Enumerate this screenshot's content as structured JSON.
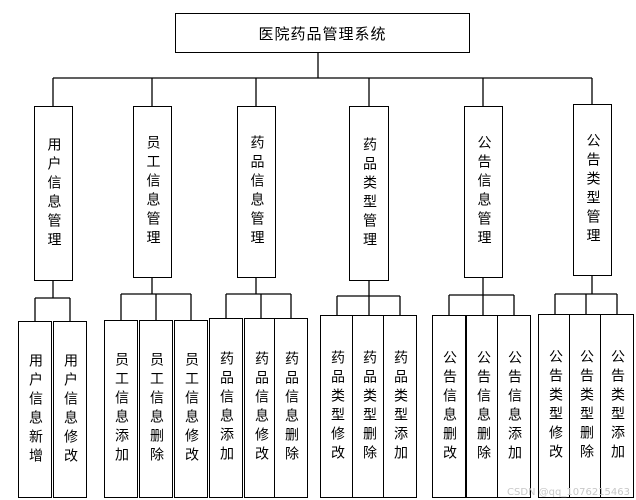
{
  "root": {
    "label": "医院药品管理系统"
  },
  "modules": [
    {
      "label": "用户信息管理",
      "children": [
        "用户信息新增",
        "用户信息修改"
      ]
    },
    {
      "label": "员工信息管理",
      "children": [
        "员工信息添加",
        "员工信息删除",
        "员工信息修改"
      ]
    },
    {
      "label": "药品信息管理",
      "children": [
        "药品信息添加",
        "药品信息修改",
        "药品信息删除"
      ]
    },
    {
      "label": "药品类型管理",
      "children": [
        "药品类型修改",
        "药品类型删除",
        "药品类型添加"
      ]
    },
    {
      "label": "公告信息管理",
      "children": [
        "公告信息删改",
        "公告信息删除",
        "公告信息添加"
      ]
    },
    {
      "label": "公告类型管理",
      "children": [
        "公告类型修改",
        "公告类型删除",
        "公告类型添加"
      ]
    }
  ],
  "watermark": "CSDN @qq_1076215463"
}
